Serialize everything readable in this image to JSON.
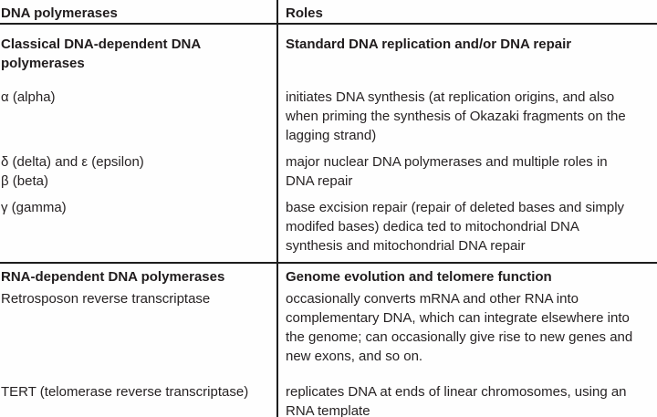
{
  "colors": {
    "text": "#272324",
    "bold_text": "#201c1d",
    "rule_lines": "#1d1d1d",
    "background": "#fefefe"
  },
  "table": {
    "columns": [
      "DNA polymerases",
      "Roles"
    ],
    "sections": [
      {
        "group": {
          "polymerase": "Classical DNA-dependent DNA\npolymerases",
          "role": "Standard DNA replication and/or DNA repair"
        },
        "rows": [
          {
            "polymerase": "α (alpha)",
            "role": "initiates DNA synthesis (at replication origins, and also\nwhen priming the synthesis of Okazaki fragments on the\nlagging strand)"
          },
          {
            "polymerase": "δ (delta) and ε (epsilon)\nβ (beta)",
            "role": "major nuclear DNA polymerases and multiple roles in\nDNA repair"
          },
          {
            "polymerase": "γ (gamma)",
            "role": "base excision repair (repair of deleted bases and simply\nmodifed bases) dedica ted to mitochondrial DNA\nsynthesis and mitochondrial DNA repair"
          }
        ]
      },
      {
        "group": {
          "polymerase": "RNA-dependent DNA polymerases",
          "role": "Genome evolution and telomere function"
        },
        "rows": [
          {
            "polymerase": "Retrosposon reverse transcriptase",
            "role": "occasionally converts mRNA and other RNA into\ncomplementary DNA, which can integrate elsewhere into\nthe genome; can occasionally give rise to new genes and\nnew exons, and so on."
          },
          {
            "polymerase": "TERT (telomerase reverse transcriptase)",
            "role": "replicates DNA at ends of linear chromosomes, using an\nRNA template"
          }
        ]
      }
    ]
  }
}
